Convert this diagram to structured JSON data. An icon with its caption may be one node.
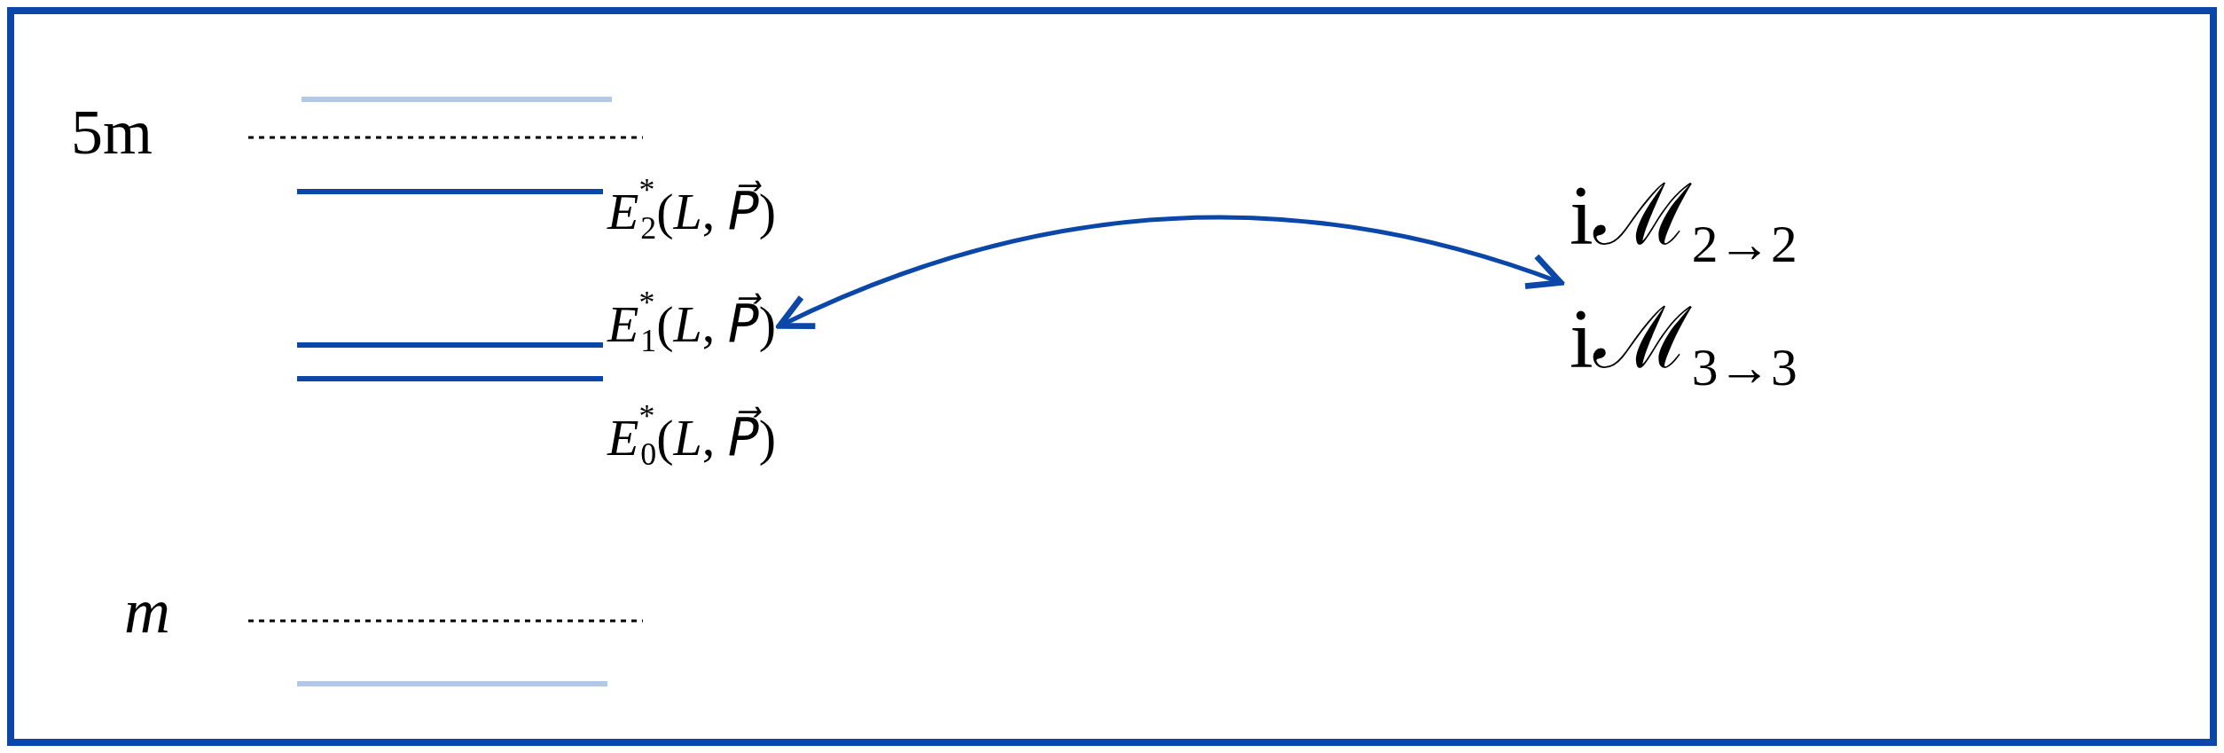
{
  "diagram": {
    "nodes": [
      {
        "text": [
          "*E*$^{*}$$_{1}$(*L*, *P⃗*)"
        ]
      },
      {
        "text": [
          "iℳ$_{2→2}$",
          "iℳ$_{3→3}$"
        ]
      }
    ],
    "edges": [
      {
        "from": 0,
        "to": 1,
        "arrow": "both",
        "color": "#0a47a9"
      }
    ],
    "labels": [
      "5m",
      "m",
      "*E*$^{*}$$_{2}$(*L*, *P⃗*)",
      "*E*$^{*}$$_{0}$(*L*, *P⃗*)"
    ]
  }
}
